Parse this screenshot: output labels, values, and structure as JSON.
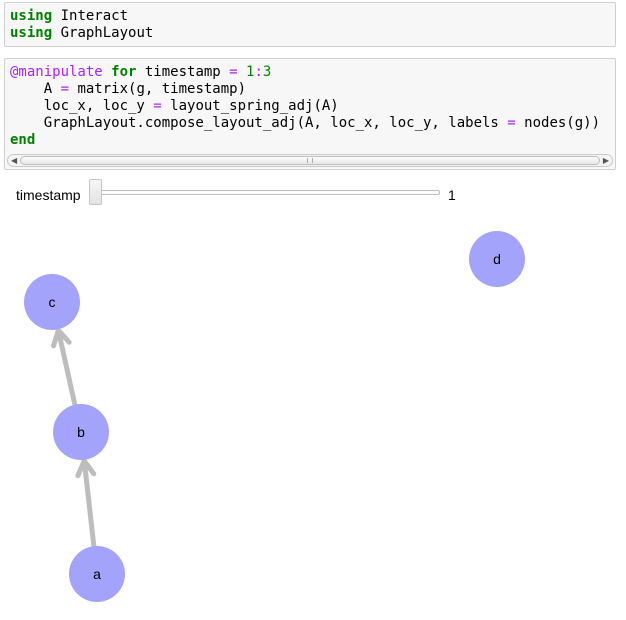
{
  "cells": [
    {
      "lines": [
        [
          {
            "t": "using",
            "c": "kw"
          },
          {
            "t": " Interact",
            "c": ""
          }
        ],
        [
          {
            "t": "using",
            "c": "kw"
          },
          {
            "t": " GraphLayout",
            "c": ""
          }
        ]
      ]
    },
    {
      "lines": [
        [
          {
            "t": "@manipulate",
            "c": "macro"
          },
          {
            "t": " ",
            "c": ""
          },
          {
            "t": "for",
            "c": "kw"
          },
          {
            "t": " timestamp ",
            "c": ""
          },
          {
            "t": "=",
            "c": "op"
          },
          {
            "t": " ",
            "c": ""
          },
          {
            "t": "1",
            "c": "num"
          },
          {
            "t": ":",
            "c": "op"
          },
          {
            "t": "3",
            "c": "num"
          }
        ],
        [
          {
            "t": "    A ",
            "c": ""
          },
          {
            "t": "=",
            "c": "op"
          },
          {
            "t": " matrix(g, timestamp)",
            "c": ""
          }
        ],
        [
          {
            "t": "    loc_x, loc_y ",
            "c": ""
          },
          {
            "t": "=",
            "c": "op"
          },
          {
            "t": " layout_spring_adj(A)",
            "c": ""
          }
        ],
        [
          {
            "t": "    GraphLayout.compose_layout_adj(A, loc_x, loc_y, labels ",
            "c": ""
          },
          {
            "t": "=",
            "c": "op"
          },
          {
            "t": " nodes(g))",
            "c": ""
          }
        ],
        [
          {
            "t": "end",
            "c": "kw"
          }
        ]
      ]
    }
  ],
  "slider": {
    "label": "timestamp",
    "min": 1,
    "max": 3,
    "value": "1"
  },
  "graph": {
    "node_color": "#a3a3fb",
    "edge_color": "#bdbdbd",
    "nodes": [
      {
        "id": "a",
        "label": "a"
      },
      {
        "id": "b",
        "label": "b"
      },
      {
        "id": "c",
        "label": "c"
      },
      {
        "id": "d",
        "label": "d"
      }
    ],
    "edges": [
      {
        "from": "a",
        "to": "b"
      },
      {
        "from": "b",
        "to": "c"
      }
    ]
  }
}
